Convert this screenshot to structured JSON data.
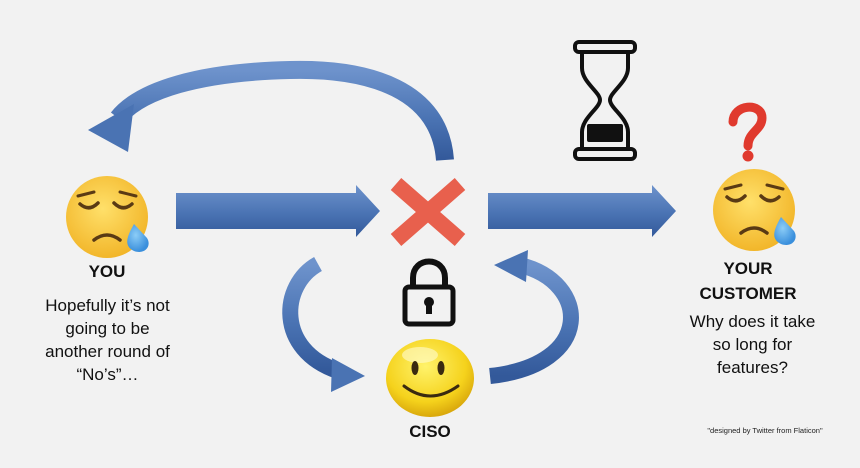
{
  "you": {
    "title": "YOU",
    "caption_lines": [
      "Hopefully it’s not",
      "going to be",
      "another round of",
      "“No’s”…"
    ]
  },
  "customer": {
    "title_lines": [
      "YOUR",
      "CUSTOMER"
    ],
    "caption_lines": [
      "Why does it take",
      "so long for",
      "features?"
    ]
  },
  "ciso": {
    "title": "CISO"
  },
  "credit": "\"designed by Twitter from Flaticon\"",
  "icons": [
    "sad-face-icon",
    "x-mark-icon",
    "hourglass-icon",
    "question-mark-icon",
    "padlock-icon",
    "smiley-face-icon"
  ],
  "colors": {
    "arrow": "#4a73b3",
    "cross": "#e8604d",
    "question": "#e03a2e",
    "face": "#f6c23c",
    "tear": "#4aa5e8",
    "background": "#f2f2f2"
  }
}
